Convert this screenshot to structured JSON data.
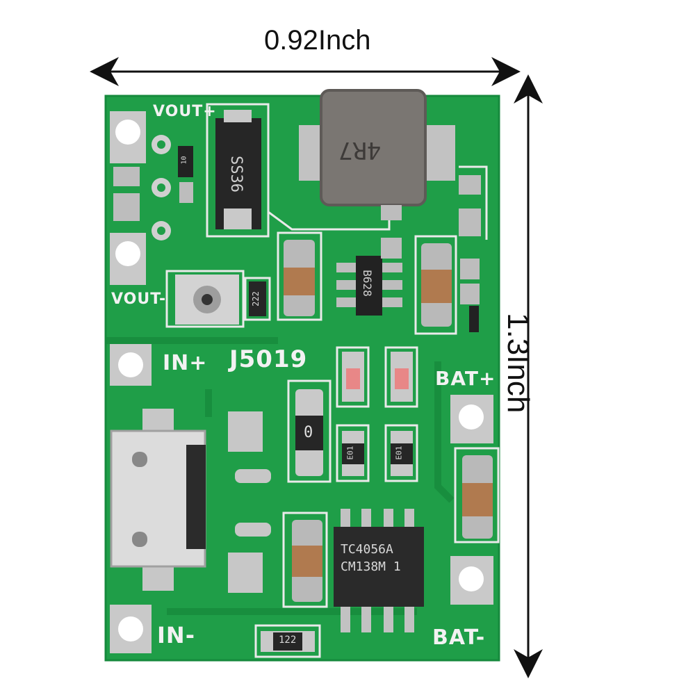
{
  "dimensions": {
    "width": "0.92Inch",
    "height": "1.3Inch"
  },
  "silkscreen": {
    "vout_plus": "VOUT+",
    "vout_minus": "VOUT-",
    "in_plus": "IN+",
    "board_name": "J5019",
    "bat_plus": "BAT+",
    "in_minus": "IN-",
    "bat_minus": "BAT-"
  },
  "components": {
    "inductor": "4R7",
    "diode": "SS36",
    "boost_ic": "B628",
    "charger_ic_line1": "TC4056A",
    "charger_ic_line2": "CM138M 1",
    "resistor_top": "222",
    "resistor_bottom": "122",
    "resistor_zero": "0",
    "res_small_1": "E01",
    "res_small_2": "E01",
    "res_top_small": "10"
  },
  "colors": {
    "pcb": "#1f9e48",
    "pcb_dark": "#157a35",
    "silk": "#f2f2f2",
    "pad": "#c7c7c7"
  }
}
